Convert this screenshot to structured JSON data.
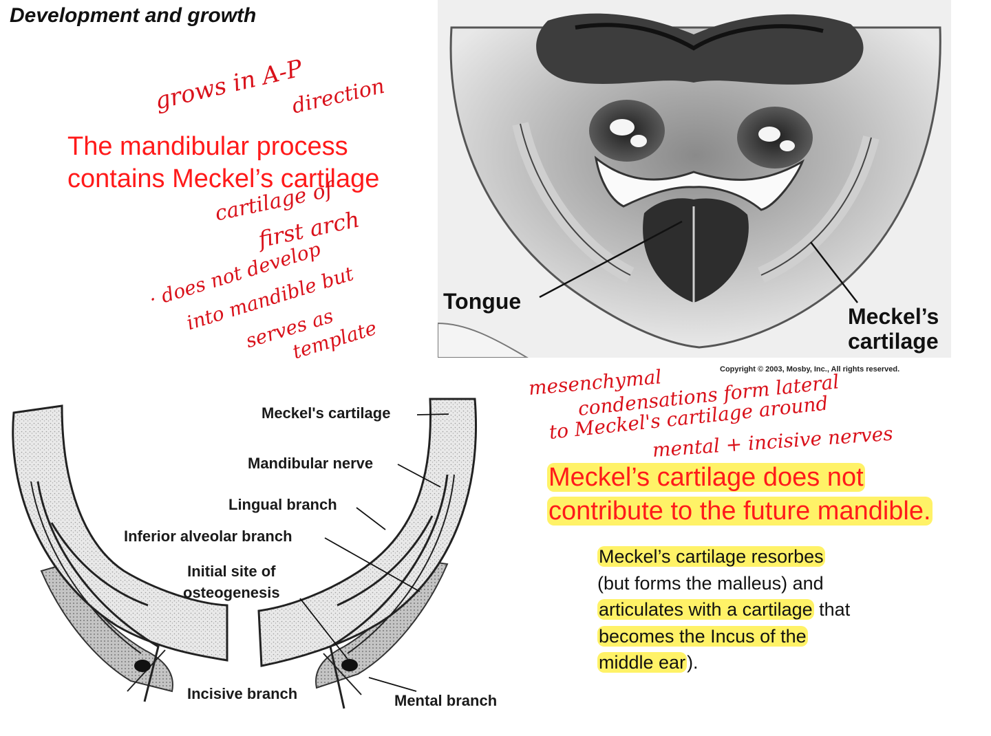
{
  "title": "Development and growth",
  "main_statement": {
    "line1": "The mandibular process",
    "line2": "contains Meckel’s cartilage"
  },
  "handwritten_notes": {
    "grows_line1": "grows in A-P",
    "grows_line2": "direction",
    "cartilage_line1": "cartilage of",
    "cartilage_line2": "first arch",
    "develop_line1": "· does not develop",
    "develop_line2": "into mandible but",
    "develop_line3": "serves as",
    "develop_line4": "template",
    "mesenchymal_line1": "mesenchymal",
    "mesenchymal_line2": "condensations form lateral",
    "mesenchymal_line3": "to Meckel's cartilage around",
    "mesenchymal_line4": "mental + incisive nerves"
  },
  "photo": {
    "label_tongue": "Tongue",
    "label_meckels_line1": "Meckel’s",
    "label_meckels_line2": "cartilage",
    "copyright": "Copyright © 2003, Mosby, Inc., All rights reserved."
  },
  "red_note": {
    "line1": "Meckel’s cartilage does not",
    "line2": "contribute to the future mandible."
  },
  "body_text": {
    "line1": "Meckel’s cartilage resorbes",
    "line2": "(but forms the malleus) and",
    "line3a": "articulates with a cartilage",
    "line3b": " that",
    "line4": "becomes the Incus of the",
    "line5a": "middle ear",
    "line5b": ")."
  },
  "diagram": {
    "label_meckels_cartilage": "Meckel's cartilage",
    "label_mandibular_nerve": "Mandibular nerve",
    "label_lingual_branch": "Lingual branch",
    "label_inferior_alveolar_branch": "Inferior alveolar branch",
    "label_initial_site_line1": "Initial site of",
    "label_initial_site_line2": "osteogenesis",
    "label_incisive_branch": "Incisive branch",
    "label_mental_branch": "Mental branch"
  },
  "colors": {
    "handwriting_red": "#d9111a",
    "statement_red": "#ff1a1a",
    "highlighter_yellow": "#ffee3c"
  }
}
